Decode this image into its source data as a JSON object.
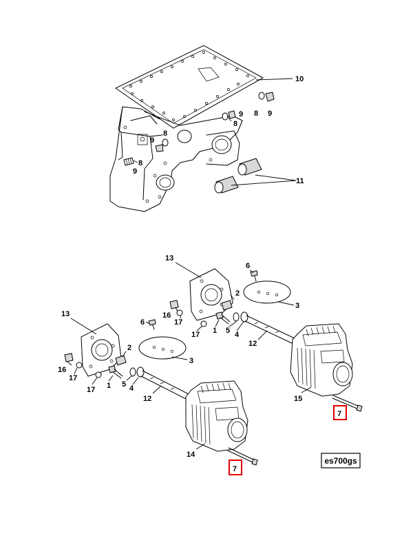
{
  "diagram": {
    "drawing_code": "es700gs",
    "highlight_color": "#e00000",
    "callouts": {
      "p10": "10",
      "p8a": "8",
      "p9a": "9",
      "p8b": "8",
      "p9b": "9",
      "p8c": "8",
      "p9c": "9",
      "p8d": "8",
      "p9d": "9",
      "p11": "11",
      "p13a": "13",
      "p6a": "6",
      "p2a": "2",
      "p3a": "3",
      "p16a": "16",
      "p17a": "17",
      "p17b": "17",
      "p1a": "1",
      "p5a": "5",
      "p4a": "4",
      "p12a": "12",
      "p15": "15",
      "p7a": "7",
      "p13b": "13",
      "p6b": "6",
      "p2b": "2",
      "p3b": "3",
      "p16b": "16",
      "p17c": "17",
      "p17d": "17",
      "p1b": "1",
      "p5b": "5",
      "p4b": "4",
      "p12b": "12",
      "p14": "14",
      "p7b": "7"
    }
  }
}
